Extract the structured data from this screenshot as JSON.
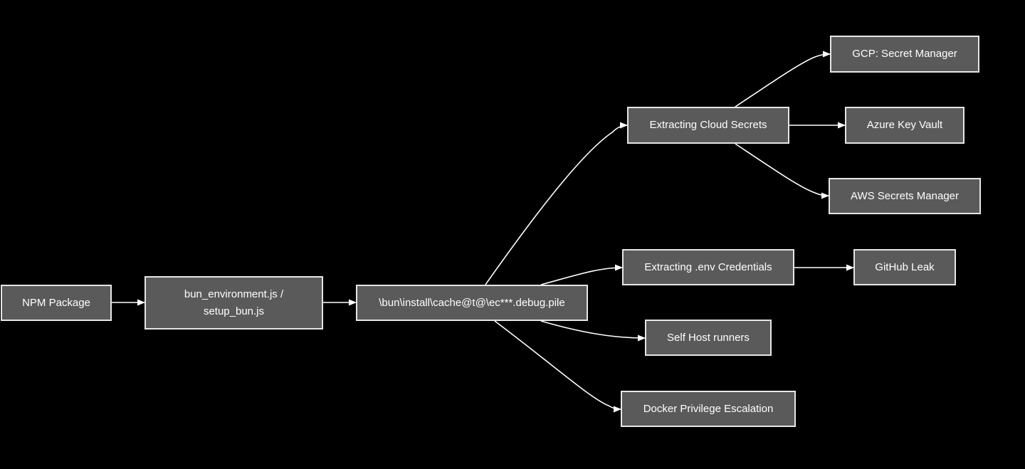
{
  "colors": {
    "background": "#000000",
    "node_fill": "#5a5a5a",
    "node_border": "#e6e6e6",
    "edge": "#ffffff",
    "text": "#ffffff"
  },
  "nodes": {
    "npm": {
      "label": "NPM Package"
    },
    "bunenv": {
      "line1": "bun_environment.js /",
      "line2": "setup_bun.js"
    },
    "cache": {
      "label": "\\bun\\install\\cache@t@\\ec***.debug.pile"
    },
    "cloud": {
      "label": "Extracting Cloud Secrets"
    },
    "envcred": {
      "label": "Extracting .env Credentials"
    },
    "selfhost": {
      "label": "Self Host runners"
    },
    "docker": {
      "label": "Docker Privilege Escalation"
    },
    "gcp": {
      "label": "GCP: Secret Manager"
    },
    "azure": {
      "label": "Azure Key Vault"
    },
    "aws": {
      "label": "AWS Secrets Manager"
    },
    "github": {
      "label": "GitHub Leak"
    }
  },
  "edges": [
    {
      "from": "npm",
      "to": "bunenv"
    },
    {
      "from": "bunenv",
      "to": "cache"
    },
    {
      "from": "cache",
      "to": "cloud"
    },
    {
      "from": "cache",
      "to": "envcred"
    },
    {
      "from": "cache",
      "to": "selfhost"
    },
    {
      "from": "cache",
      "to": "docker"
    },
    {
      "from": "cloud",
      "to": "gcp"
    },
    {
      "from": "cloud",
      "to": "azure"
    },
    {
      "from": "cloud",
      "to": "aws"
    },
    {
      "from": "envcred",
      "to": "github"
    }
  ]
}
